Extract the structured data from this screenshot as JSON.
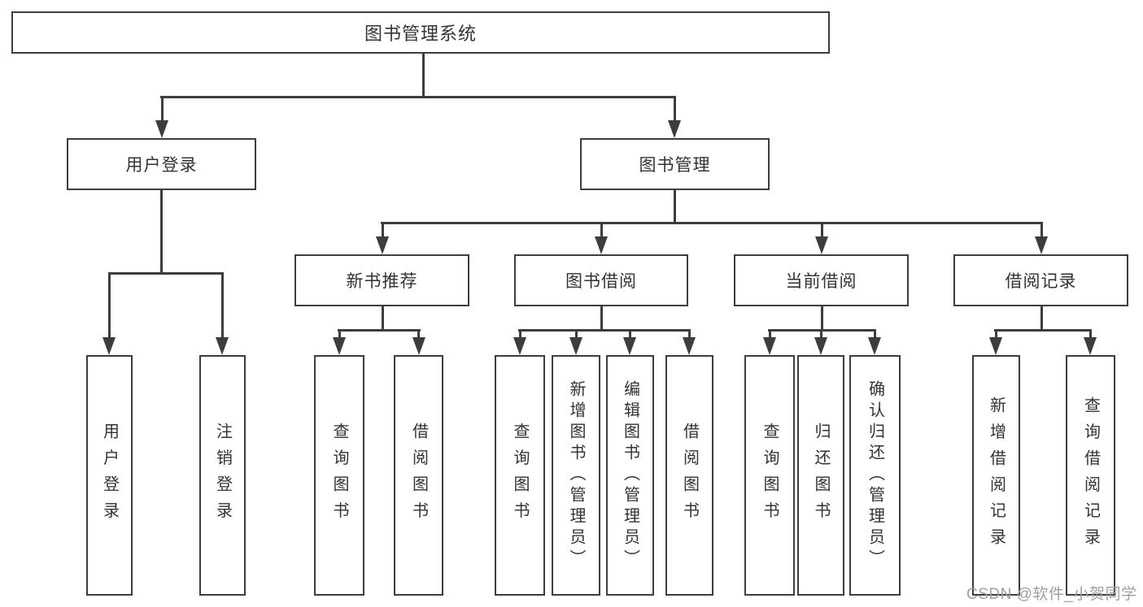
{
  "diagram": {
    "title": "图书管理系统",
    "user_login": {
      "label": "用户登录",
      "children": [
        "用户登录",
        "注销登录"
      ]
    },
    "book_management": {
      "label": "图书管理",
      "new_book_recommend": {
        "label": "新书推荐",
        "children": [
          "查询图书",
          "借阅图书"
        ]
      },
      "book_borrow": {
        "label": "图书借阅",
        "children": [
          "查询图书",
          "新增图书（管理员）",
          "编辑图书（管理员）",
          "借阅图书"
        ]
      },
      "current_borrow": {
        "label": "当前借阅",
        "children": [
          "查询图书",
          "归还图书",
          "确认归还（管理员）"
        ]
      },
      "borrow_records": {
        "label": "借阅记录",
        "children": [
          "新增借阅记录",
          "查询借阅记录"
        ]
      }
    }
  },
  "watermark": "CSDN @软件_小贺同学",
  "colors": {
    "line": "#3d3d3d",
    "text": "#333333",
    "background": "#ffffff",
    "watermark": "#9ba0a6"
  }
}
